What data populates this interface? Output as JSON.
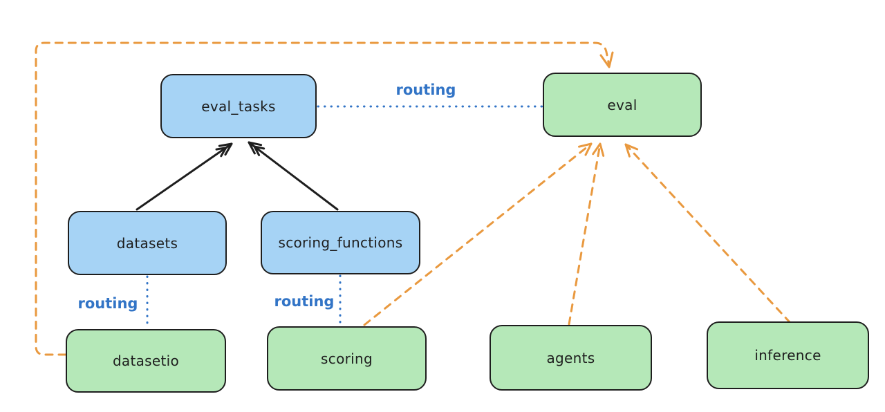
{
  "diagram": {
    "type": "flow-diagram",
    "nodes": [
      {
        "id": "eval_tasks",
        "label": "eval_tasks",
        "fill": "#a6d3f5"
      },
      {
        "id": "eval",
        "label": "eval",
        "fill": "#b5e8b8"
      },
      {
        "id": "datasets",
        "label": "datasets",
        "fill": "#a6d3f5"
      },
      {
        "id": "scoring_functions",
        "label": "scoring_functions",
        "fill": "#a6d3f5"
      },
      {
        "id": "datasetio",
        "label": "datasetio",
        "fill": "#b5e8b8"
      },
      {
        "id": "scoring",
        "label": "scoring",
        "fill": "#b5e8b8"
      },
      {
        "id": "agents",
        "label": "agents",
        "fill": "#b5e8b8"
      },
      {
        "id": "inference",
        "label": "inference",
        "fill": "#b5e8b8"
      }
    ],
    "edges": [
      {
        "from": "datasets",
        "to": "eval_tasks",
        "style": "solid",
        "arrow": true,
        "color": "#1e1e1e"
      },
      {
        "from": "scoring_functions",
        "to": "eval_tasks",
        "style": "solid",
        "arrow": true,
        "color": "#1e1e1e"
      },
      {
        "from": "eval_tasks",
        "to": "eval",
        "style": "dotted",
        "arrow": false,
        "color": "#3274c6",
        "label": "routing"
      },
      {
        "from": "datasets",
        "to": "datasetio",
        "style": "dotted",
        "arrow": false,
        "color": "#3274c6",
        "label": "routing"
      },
      {
        "from": "scoring_functions",
        "to": "scoring",
        "style": "dotted",
        "arrow": false,
        "color": "#3274c6",
        "label": "routing"
      },
      {
        "from": "datasetio",
        "to": "eval",
        "style": "dashed",
        "arrow": true,
        "color": "#e9993f"
      },
      {
        "from": "scoring",
        "to": "eval",
        "style": "dashed",
        "arrow": true,
        "color": "#e9993f"
      },
      {
        "from": "agents",
        "to": "eval",
        "style": "dashed",
        "arrow": true,
        "color": "#e9993f"
      },
      {
        "from": "inference",
        "to": "eval",
        "style": "dashed",
        "arrow": true,
        "color": "#e9993f"
      }
    ],
    "colors": {
      "blue_fill": "#a6d3f5",
      "green_fill": "#b5e8b8",
      "stroke": "#1e1e1e",
      "orange_accent": "#e9993f",
      "blue_accent": "#3274c6",
      "background": "#ffffff"
    }
  }
}
